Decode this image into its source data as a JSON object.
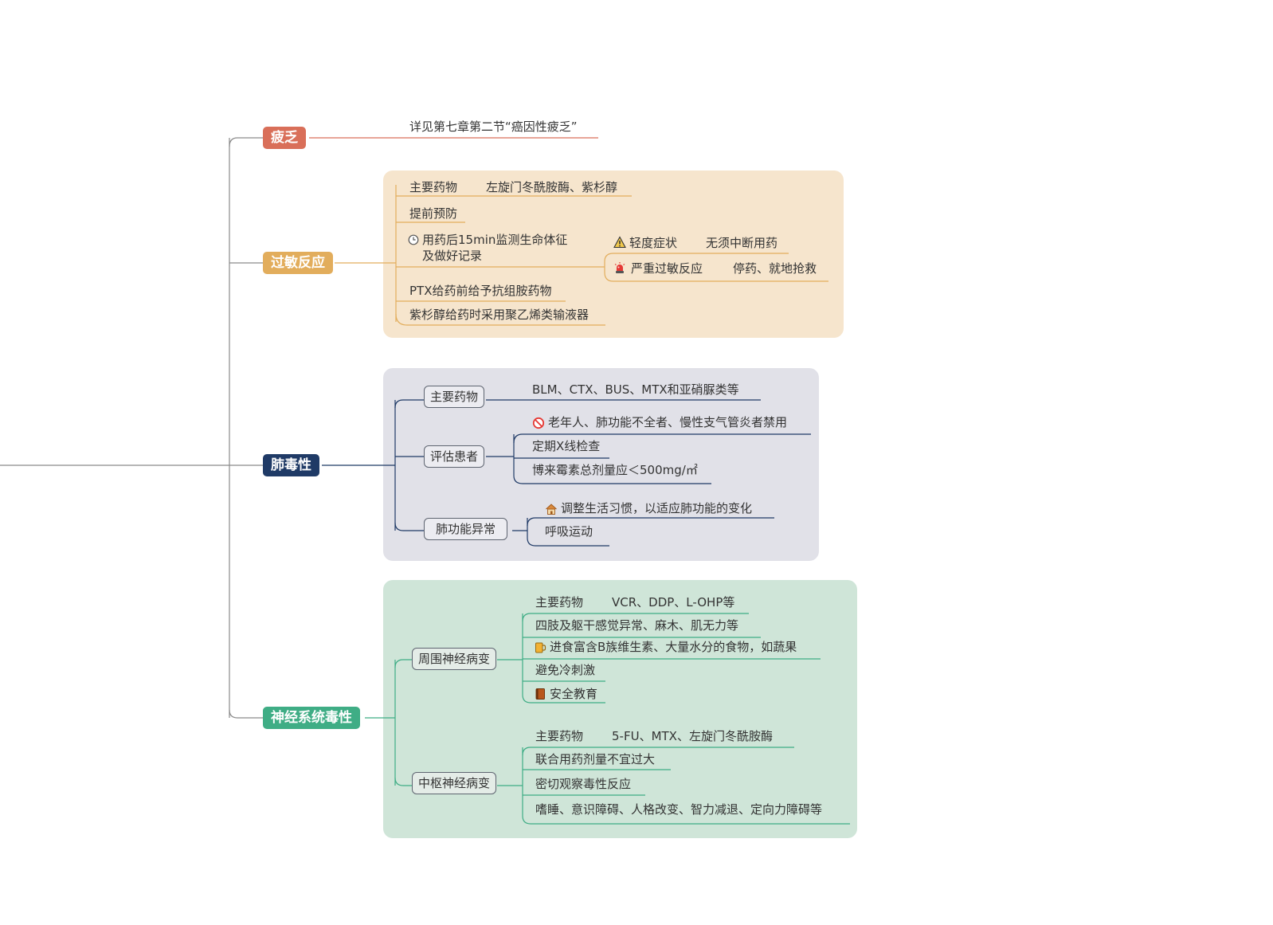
{
  "colors": {
    "fatigue": "#d96f59",
    "allergy": "#e2ad5c",
    "lung": "#1f3a66",
    "nerve": "#3fad85",
    "allergy_panel": "#f6e5cd",
    "lung_panel": "#e1e1e8",
    "nerve_panel": "#cfe5d8"
  },
  "fatigue": {
    "label": "疲乏",
    "note": "详见第七章第二节“癌因性疲乏”"
  },
  "allergy": {
    "label": "过敏反应",
    "drug_key": "主要药物",
    "drug_val": "左旋门冬酰胺酶、紫杉醇",
    "prevent": "提前预防",
    "monitor_icon": "clock-icon",
    "monitor_line1": "用药后15min监测生命体征",
    "monitor_line2": "及做好记录",
    "mild_icon": "warning-icon",
    "mild_key": "轻度症状",
    "mild_val": "无须中断用药",
    "severe_icon": "alarm-icon",
    "severe_key": "严重过敏反应",
    "severe_val": "停药、就地抢救",
    "ptx": "PTX给药前给予抗组胺药物",
    "taxol": "紫杉醇给药时采用聚乙烯类输液器"
  },
  "lung": {
    "label": "肺毒性",
    "drug_label": "主要药物",
    "drug_val": "BLM、CTX、BUS、MTX和亚硝脲类等",
    "assess_label": "评估患者",
    "ban_icon": "prohibited-icon",
    "ban": "老年人、肺功能不全者、慢性支气管炎者禁用",
    "xray": "定期X线检查",
    "dose": "博来霉素总剂量应＜500mg/㎡",
    "abnormal_label": "肺功能异常",
    "habit_icon": "home-icon",
    "habit": "调整生活习惯，以适应肺功能的变化",
    "breath": "呼吸运动"
  },
  "nerve": {
    "label": "神经系统毒性",
    "peripheral_label": "周围神经病变",
    "p_drug_key": "主要药物",
    "p_drug_val": "VCR、DDP、L-OHP等",
    "p_sense": "四肢及躯干感觉异常、麻木、肌无力等",
    "p_food_icon": "cup-icon",
    "p_food": "进食富含B族维生素、大量水分的食物，如蔬果",
    "p_cold": "避免冷刺激",
    "p_safe_icon": "book-icon",
    "p_safe": "安全教育",
    "central_label": "中枢神经病变",
    "c_drug_key": "主要药物",
    "c_drug_val": "5-FU、MTX、左旋门冬酰胺酶",
    "c_dose": "联合用药剂量不宜过大",
    "c_observe": "密切观察毒性反应",
    "c_symptom": "嗜睡、意识障碍、人格改变、智力减退、定向力障碍等"
  }
}
